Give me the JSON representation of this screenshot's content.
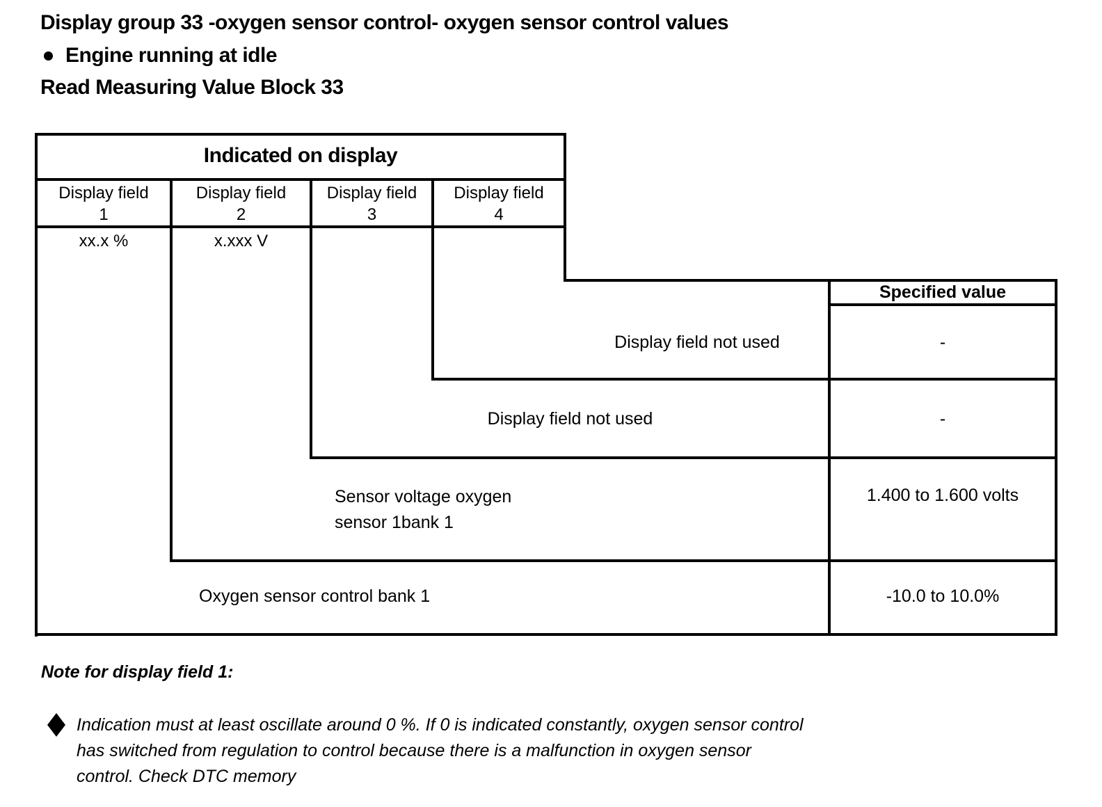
{
  "page": {
    "title": "Display group 33 -oxygen sensor control- oxygen sensor control values",
    "bullet_item": "Engine running at idle",
    "subtitle": "Read Measuring Value Block 33"
  },
  "table": {
    "indicated_on_display": "Indicated on display",
    "specified_value_header": "Specified value",
    "display_fields": [
      {
        "label": "Display field",
        "number": "1",
        "format": "xx.x %"
      },
      {
        "label": "Display field",
        "number": "2",
        "format": "x.xxx V"
      },
      {
        "label": "Display field",
        "number": "3",
        "format": ""
      },
      {
        "label": "Display field",
        "number": "4",
        "format": ""
      }
    ],
    "rows": [
      {
        "display_field": "4",
        "description": "Display field not used",
        "specified_value": "-"
      },
      {
        "display_field": "3",
        "description": "Display field not used",
        "specified_value": "-"
      },
      {
        "display_field": "2",
        "description": "Sensor voltage oxygen\nsensor 1bank 1",
        "specified_value": "1.400 to 1.600 volts"
      },
      {
        "display_field": "1",
        "description": "Oxygen sensor control bank 1",
        "specified_value": "-10.0 to 10.0%"
      }
    ]
  },
  "note": {
    "heading": "Note for display field 1:",
    "text": "Indication must at least oscillate around 0 %. If 0 is indicated constantly, oxygen sensor control\nhas switched from regulation to control because there is a malfunction in oxygen sensor\ncontrol. Check DTC memory"
  },
  "colors": {
    "ink": "#000000",
    "paper": "#ffffff"
  }
}
